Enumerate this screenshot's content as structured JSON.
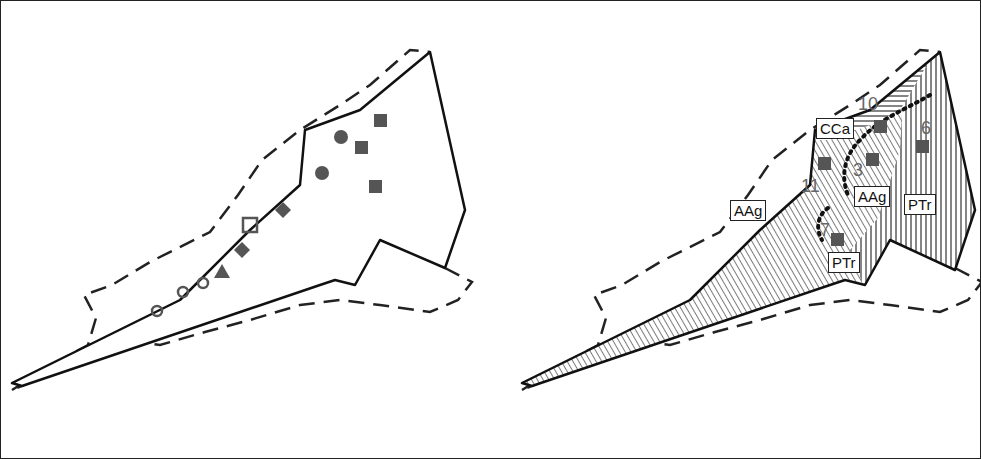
{
  "diagram": {
    "nodes": [
      {
        "text": [
          "CCa"
        ]
      },
      {
        "text": [
          "AAg"
        ]
      },
      {
        "text": [
          "AAg"
        ]
      },
      {
        "text": [
          "PTr"
        ]
      },
      {
        "text": [
          "PTr"
        ]
      }
    ],
    "labels": [
      "10",
      "6",
      "3",
      "11",
      "7"
    ]
  }
}
